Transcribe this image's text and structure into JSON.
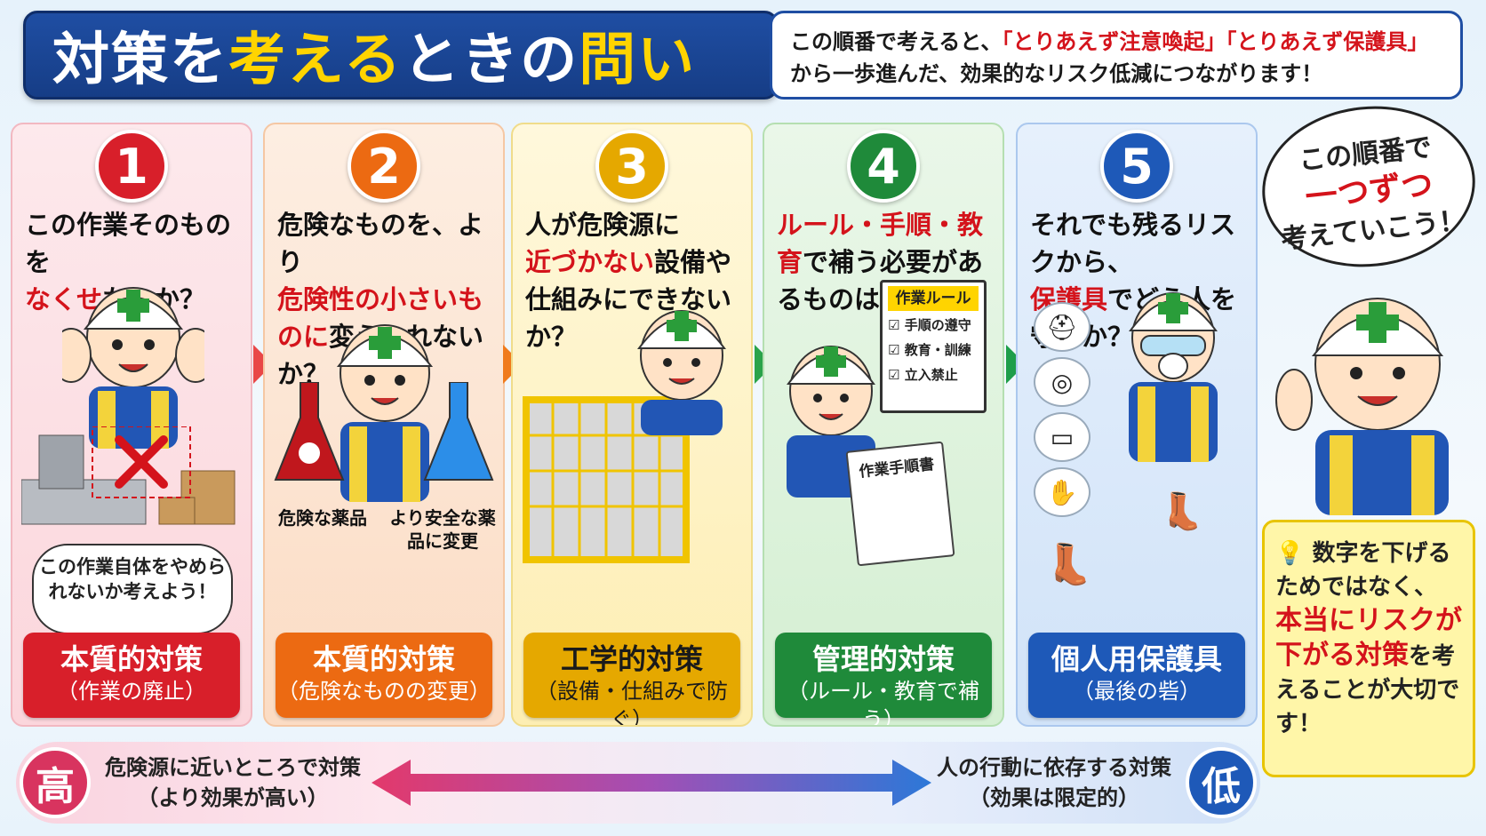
{
  "header": {
    "title_a": "対策を",
    "title_b": "考える",
    "title_c": "ときの",
    "title_d": "問い",
    "lead_a": "この順番で考えると、",
    "lead_red": "「とりあえず注意喚起」「とりあえず保護具」",
    "lead_b": "から一歩進んだ、効果的なリスク低減につながります！"
  },
  "cards": [
    {
      "num": "1",
      "q_a": "この作業そのものを",
      "q_red": "なくせ",
      "q_b": "ないか？",
      "badge_title": "本質的対策",
      "badge_sub": "（作業の廃止）",
      "note": "この作業自体をやめられないか考えよう！"
    },
    {
      "num": "2",
      "q_a": "危険なものを、より",
      "q_red": "危険性の小さいものに",
      "q_b": "変えられないか？",
      "badge_title": "本質的対策",
      "badge_sub": "（危険なものの変更）",
      "label_left": "危険な薬品",
      "label_right": "より安全な薬品に変更"
    },
    {
      "num": "3",
      "q_a": "人が危険源に",
      "q_red": "近づかない",
      "q_b": "設備や仕組みにできないか？",
      "badge_title": "工学的対策",
      "badge_sub": "（設備・仕組みで防ぐ）"
    },
    {
      "num": "4",
      "q_red": "ルール・手順・教育",
      "q_b": "で補う必要があるものは何か？",
      "badge_title": "管理的対策",
      "badge_sub": "（ルール・教育で補う）",
      "board_title": "作業ルール",
      "board_items": [
        "手順の遵守",
        "教育・訓練",
        "立入禁止"
      ],
      "clipboard": "作業手順書"
    },
    {
      "num": "5",
      "q_a": "それでも残るリスクから、",
      "q_red": "保護具",
      "q_b": "でどう人を守るか？",
      "badge_title": "個人用保護具",
      "badge_sub": "（最後の砦）"
    }
  ],
  "scale": {
    "high": "高",
    "low": "低",
    "left_a": "危険源に近いところで対策",
    "left_b": "（より効果が高い）",
    "right_a": "人の行動に依存する対策",
    "right_b": "（効果は限定的）"
  },
  "side": {
    "speech_a": "この順番で",
    "speech_red": "一つずつ",
    "speech_b": "考えていこう！",
    "tip_a": "数字を下げるためではなく、",
    "tip_red": "本当にリスクが下がる対策",
    "tip_b": "を考えることが大切です！"
  },
  "colors": {
    "c1": "#d81f2a",
    "c2": "#ec6a12",
    "c3": "#e5a800",
    "c4": "#1f8a3a",
    "c5": "#1e59b8",
    "navy": "#1f4ea3"
  }
}
